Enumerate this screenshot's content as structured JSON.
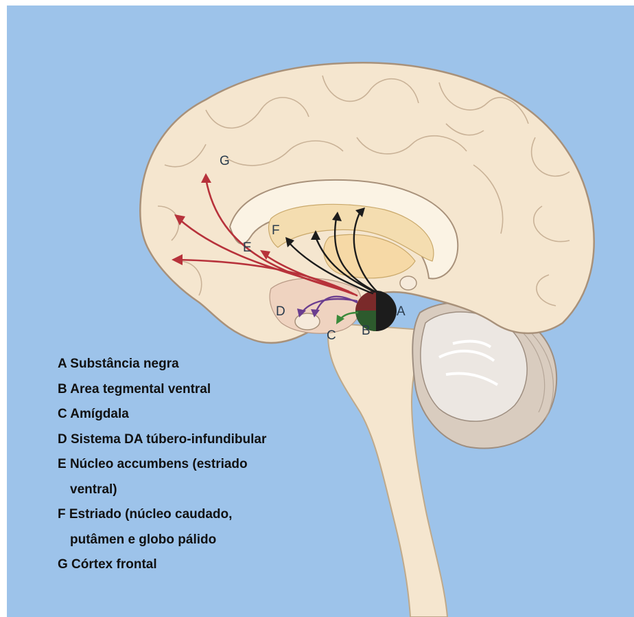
{
  "labels": {
    "A": "A",
    "B": "B",
    "C": "C",
    "D": "D",
    "E": "E",
    "F": "F",
    "G": "G"
  },
  "legend": [
    {
      "id": "A",
      "text": "A Substância negra"
    },
    {
      "id": "B",
      "text": "B Area tegmental ventral"
    },
    {
      "id": "C",
      "text": "C Amígdala"
    },
    {
      "id": "D",
      "text": "D Sistema DA túbero-infundibular"
    },
    {
      "id": "E",
      "text": "E Núcleo accumbens (estriado"
    },
    {
      "id": "E2",
      "text": "ventral)"
    },
    {
      "id": "F",
      "text": "F Estriado (núcleo caudado,"
    },
    {
      "id": "F2",
      "text": "putâmen e globo pálido"
    },
    {
      "id": "G",
      "text": "G Córtex frontal"
    }
  ],
  "colors": {
    "background": "#9dc3ea",
    "brain": "#f5e6cf",
    "striatum": "#f4ddb0",
    "red_pathway": "#b7323b",
    "black_pathway": "#1c1c1c",
    "green_pathway": "#3a8a3a",
    "purple_pathway": "#6a3d8f"
  }
}
